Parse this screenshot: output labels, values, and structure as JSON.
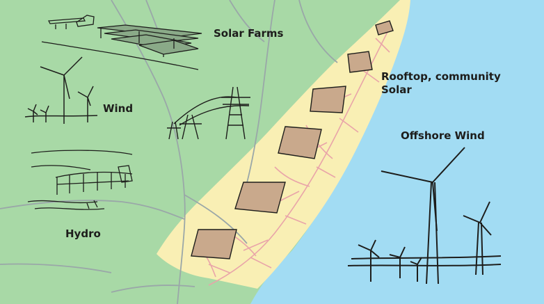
{
  "labels": {
    "solar_farms": "Solar Farms",
    "wind": "Wind",
    "hydro": "Hydro",
    "rooftop": "Rooftop, community Solar",
    "offshore": "Offshore Wind"
  },
  "colors": {
    "land": "#a8d9a6",
    "ocean": "#a2dcf3",
    "coastal_strip": "#f9efb4",
    "roads_land": "#9aa7a8",
    "roads_strip": "#e9a4a9",
    "ink": "#1d1d1b"
  },
  "icons": {
    "solar_farm": "solar-panel-array-icon",
    "wind": "wind-turbine-icon",
    "hydro": "hydro-dam-icon",
    "transmission": "transmission-tower-icon",
    "rooftop_panel": "solar-panel-icon",
    "offshore": "offshore-wind-turbine-icon"
  }
}
